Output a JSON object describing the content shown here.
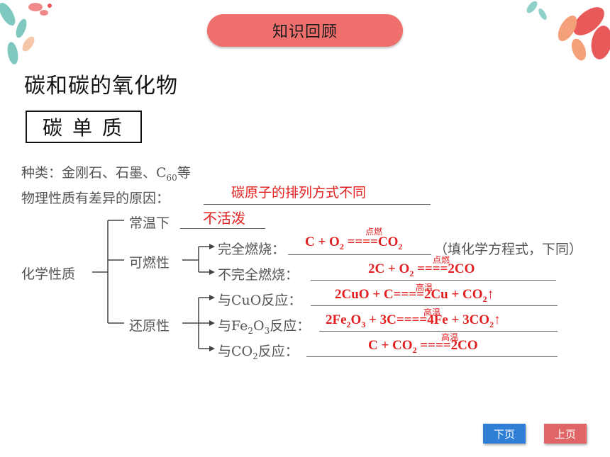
{
  "header": {
    "pill_title": "知识回顾"
  },
  "section": {
    "title": "碳和碳的氧化物",
    "box_label": "碳单质"
  },
  "content": {
    "kinds_prefix": "种类：金刚石、石墨、C",
    "kinds_sub": "60",
    "kinds_suffix": "等",
    "physical_label": "物理性质有差异的原因：",
    "physical_answer": "碳原子的排列方式不同",
    "chem_root": "化学性质",
    "normal_label": "常温下",
    "normal_answer": "不活泼",
    "flammable_label": "可燃性",
    "complete_label": "完全燃烧：",
    "complete_note": "（填化学方程式，下同）",
    "incomplete_label": "不完全燃烧：",
    "reducing_label": "还原性",
    "cuo_label": "与CuO反应：",
    "fe2o3_label_pre": "与Fe",
    "fe2o3_label_sub1": "2",
    "fe2o3_label_mid": "O",
    "fe2o3_label_sub2": "3",
    "fe2o3_label_post": "反应：",
    "co2_label_pre": "与CO",
    "co2_label_sub": "2",
    "co2_label_post": "反应："
  },
  "equations": {
    "complete": {
      "cond": "点燃",
      "lhs_pre": "C + O",
      "lhs_sub": "2",
      "arrow": "====",
      "rhs_pre": "CO",
      "rhs_sub": "2"
    },
    "incomplete": {
      "cond": "点燃",
      "lhs_pre": "2C + O",
      "lhs_sub": "2",
      "arrow": "====",
      "rhs": "2CO"
    },
    "cuo": {
      "cond": "高温",
      "lhs": "2CuO + C",
      "arrow": "====",
      "rhs_pre": "2Cu + CO",
      "rhs_sub": "2",
      "rhs_post": "↑"
    },
    "fe2o3": {
      "cond": "高温",
      "lhs_pre": "2Fe",
      "lhs_sub1": "2",
      "lhs_mid": "O",
      "lhs_sub2": "3",
      "lhs_post": " + 3C",
      "arrow": "====",
      "rhs_pre": "4Fe + 3CO",
      "rhs_sub": "2",
      "rhs_post": "↑"
    },
    "co2": {
      "cond": "高温",
      "lhs_pre": "C + CO",
      "lhs_sub": "2",
      "arrow": "====",
      "rhs": "2CO"
    }
  },
  "nav": {
    "next_label": "下页",
    "prev_label": "上页"
  },
  "colors": {
    "pill": "#ef6f6c",
    "answer": "#e31e1e",
    "next": "#2f7fd6",
    "prev": "#e06566"
  }
}
